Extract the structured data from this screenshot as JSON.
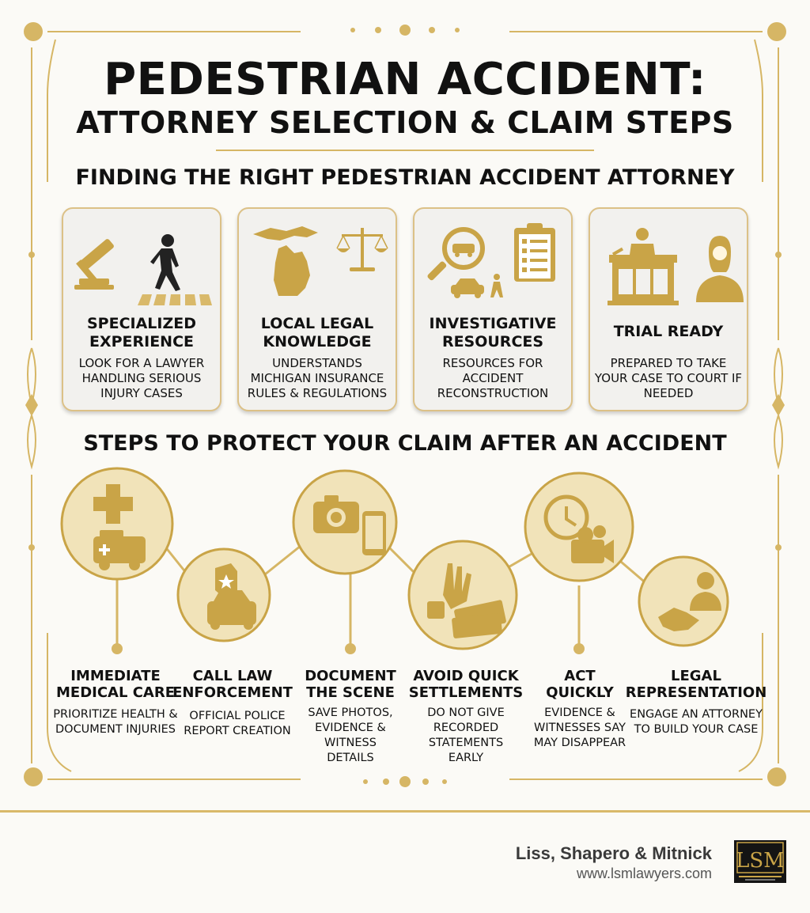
{
  "title": {
    "line1": "PEDESTRIAN ACCIDENT:",
    "line2": "ATTORNEY SELECTION & CLAIM STEPS"
  },
  "section1": {
    "heading": "FINDING THE RIGHT PEDESTRIAN ACCIDENT ATTORNEY",
    "cards": [
      {
        "title": "SPECIALIZED EXPERIENCE",
        "desc": "LOOK FOR A LAWYER HANDLING SERIOUS INJURY CASES",
        "icon": "gavel-pedestrian-icon"
      },
      {
        "title": "LOCAL LEGAL KNOWLEDGE",
        "desc": "UNDERSTANDS MICHIGAN INSURANCE RULES & REGULATIONS",
        "icon": "michigan-scales-icon"
      },
      {
        "title": "INVESTIGATIVE RESOURCES",
        "desc": "RESOURCES FOR ACCIDENT RECONSTRUCTION",
        "icon": "magnifier-clipboard-icon"
      },
      {
        "title": "TRIAL READY",
        "desc": "PREPARED TO TAKE YOUR CASE TO COURT IF NEEDED",
        "icon": "courtroom-attorney-icon"
      }
    ]
  },
  "section2": {
    "heading": "STEPS TO PROTECT YOUR CLAIM AFTER AN ACCIDENT",
    "steps": [
      {
        "title": "IMMEDIATE MEDICAL CARE",
        "desc": "PRIORITIZE HEALTH & DOCUMENT INJURIES",
        "icon": "medical-ambulance-icon"
      },
      {
        "title": "CALL LAW ENFORCEMENT",
        "desc": "OFFICIAL POLICE REPORT CREATION",
        "icon": "police-badge-car-icon"
      },
      {
        "title": "DOCUMENT THE SCENE",
        "desc": "SAVE PHOTOS, EVIDENCE & WITNESS DETAILS",
        "icon": "camera-phone-icon"
      },
      {
        "title": "AVOID QUICK SETTLEMENTS",
        "desc": "DO NOT GIVE RECORDED STATEMENTS EARLY",
        "icon": "hand-stop-money-icon"
      },
      {
        "title": "ACT QUICKLY",
        "desc": "EVIDENCE & WITNESSES SAY MAY DISAPPEAR",
        "icon": "clock-camera-icon"
      },
      {
        "title": "LEGAL REPRESENTATION",
        "desc": "ENGAGE AN ATTORNEY TO BUILD YOUR CASE",
        "icon": "handshake-lawyer-icon"
      }
    ]
  },
  "footer": {
    "firm": "Liss, Shapero & Mitnick",
    "url": "www.lsmlawyers.com",
    "logo_text": "LSM"
  },
  "colors": {
    "gold": "#c9a447",
    "gold_light": "#f1e3b9",
    "border_gold": "#d9b96a",
    "text": "#111111"
  }
}
